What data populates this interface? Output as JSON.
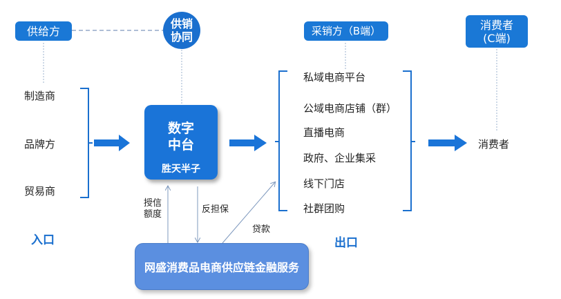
{
  "top": {
    "supplier": "供给方",
    "collab_line1": "供销",
    "collab_line2": "协同",
    "buyer": "采销方（B端）",
    "consumer_line1": "消费者",
    "consumer_line2": "(C端)"
  },
  "entry": {
    "items": [
      "制造商",
      "品牌方",
      "贸易商"
    ],
    "label": "入口"
  },
  "hub": {
    "line1": "数字",
    "line2": "中台",
    "brand": "胜天半子"
  },
  "channels": {
    "items": [
      "私域电商平台",
      "公域电商店铺（群）",
      "直播电商",
      "政府、企业集采",
      "线下门店",
      "社群团购"
    ],
    "label": "出口"
  },
  "end_consumer": "消费者",
  "finance": {
    "title": "网盛消费品电商供应链金融服务",
    "credit_line1": "授信",
    "credit_line2": "额度",
    "guarantee": "反担保",
    "loan": "贷款"
  },
  "colors": {
    "primary": "#1a78d6",
    "finance_box": "#5b8fe0",
    "connector": "#8fa9c8"
  }
}
